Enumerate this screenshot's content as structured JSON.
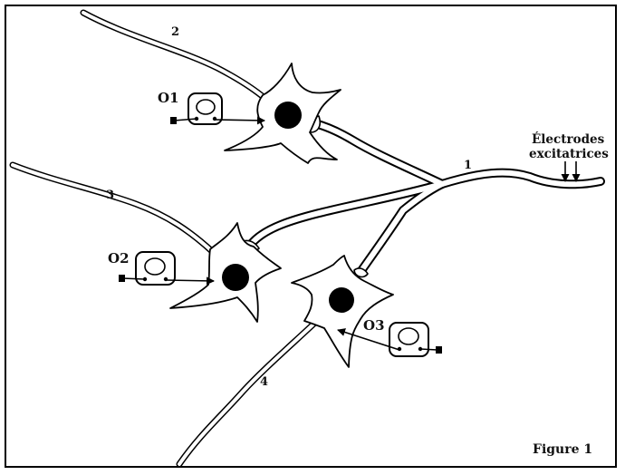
{
  "diagram": {
    "labels": {
      "n1": "1",
      "n2": "2",
      "n3": "3",
      "n4": "4",
      "o1": "O1",
      "o2": "O2",
      "o3": "O3",
      "electrodes_line1": "Électrodes",
      "electrodes_line2": "excitatrices",
      "figure": "Figure 1"
    }
  }
}
